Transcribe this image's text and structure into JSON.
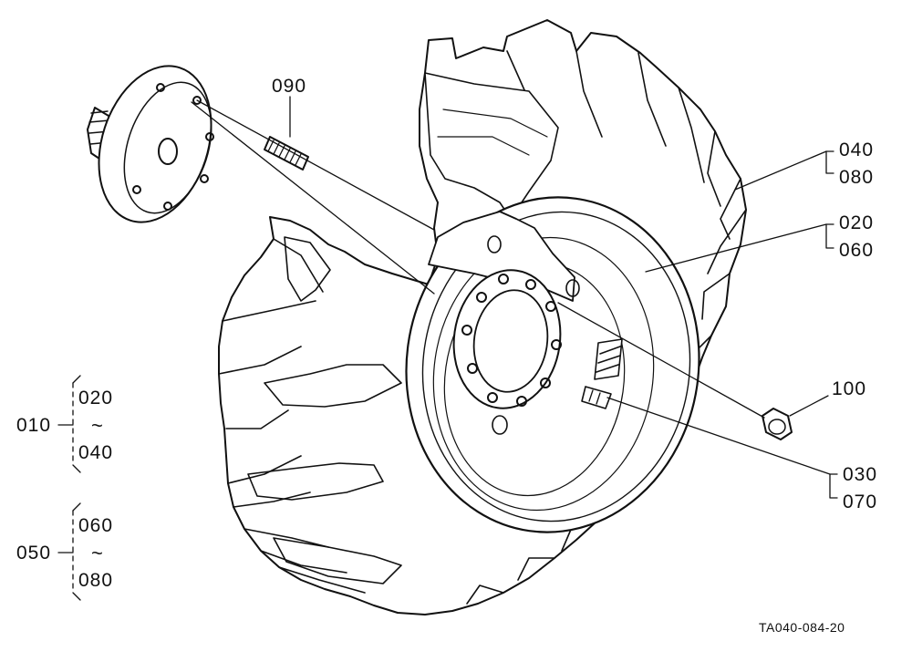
{
  "parts": {
    "p090": "090",
    "p040": "040",
    "p080": "080",
    "p020": "020",
    "p060": "060",
    "p100": "100",
    "p030": "030",
    "p070": "070"
  },
  "groups": {
    "g010": {
      "id": "010",
      "from": "020",
      "sep": "~",
      "to": "040"
    },
    "g050": {
      "id": "050",
      "from": "060",
      "sep": "~",
      "to": "080"
    }
  },
  "drawing_code": "TA040-084-20",
  "colors": {
    "ink": "#111111",
    "paper": "#ffffff"
  }
}
